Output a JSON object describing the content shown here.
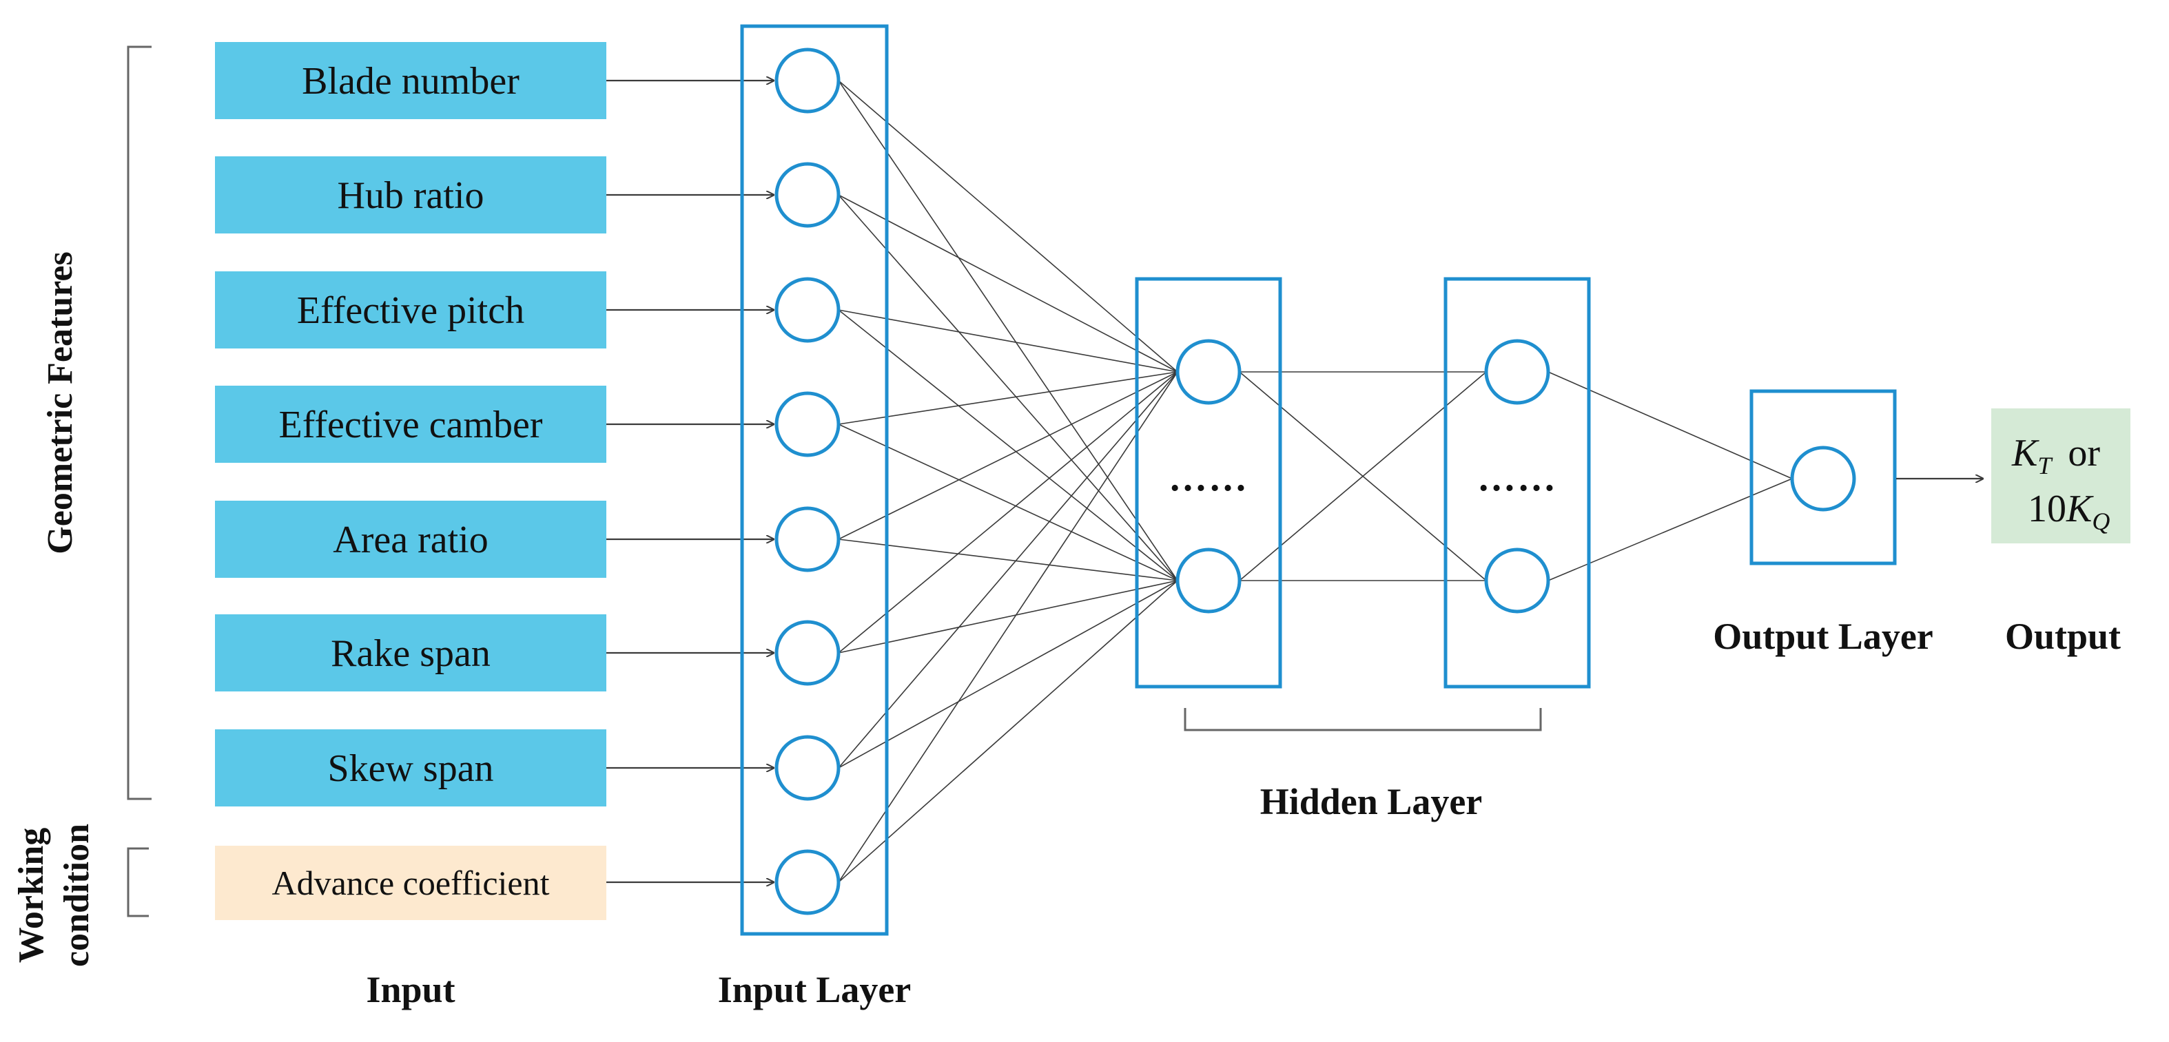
{
  "inputs": {
    "geometric_features_label": "Geometric Features",
    "working_condition_label": "Working condition",
    "features": [
      "Blade number",
      "Hub ratio",
      "Effective pitch",
      "Effective camber",
      "Area ratio",
      "Rake span",
      "Skew span"
    ],
    "working_condition": "Advance coefficient"
  },
  "labels": {
    "input": "Input",
    "input_layer": "Input Layer",
    "hidden_layer": "Hidden Layer",
    "output_layer": "Output Layer",
    "output": "Output",
    "hidden_dots": "……"
  },
  "output_box": {
    "line1_main": "K",
    "line1_sub": "T",
    "line1_suffix": "or",
    "line2_prefix": "10",
    "line2_main": "K",
    "line2_sub": "Q"
  },
  "colors": {
    "feature_box": "#5bc8e8",
    "condition_box": "#fde9cf",
    "output_box": "#d5ead6",
    "layer_stroke": "#1f8fcf",
    "connection": "#3a3a3a"
  }
}
